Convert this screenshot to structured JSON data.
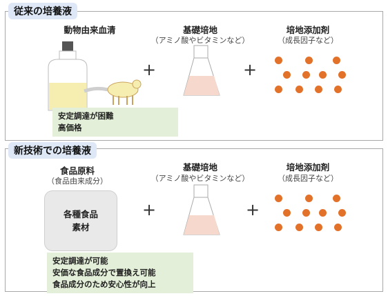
{
  "top": {
    "tag": "従来の培養液",
    "col1": {
      "heading": "動物由来血清"
    },
    "col2": {
      "heading": "基礎培地",
      "sub": "（アミノ酸やビタミンなど）"
    },
    "col3": {
      "heading": "培地添加剤",
      "sub": "（成長因子など）"
    },
    "plus": "+",
    "note": [
      "安定調達が困難",
      "高価格"
    ]
  },
  "bottom": {
    "tag": "新技術での培養液",
    "col1": {
      "heading": "食品原料",
      "sub": "（食品由来成分）"
    },
    "col2": {
      "heading": "基礎培地",
      "sub": "（アミノ酸やビタミンなど）"
    },
    "col3": {
      "heading": "培地添加剤",
      "sub": "（成長因子など）"
    },
    "material": [
      "各種食品",
      "素材"
    ],
    "plus": "+",
    "note": [
      "安定調達が可能",
      "安価な食品成分で置換え可能",
      "食品成分のため安心性が向上"
    ]
  },
  "colors": {
    "dot": "#e2712a",
    "note_bg": "#e3efd8",
    "tag_bg": "#dde7f6",
    "serum": "#f6eeb0",
    "medium": "#f6d9cc"
  }
}
